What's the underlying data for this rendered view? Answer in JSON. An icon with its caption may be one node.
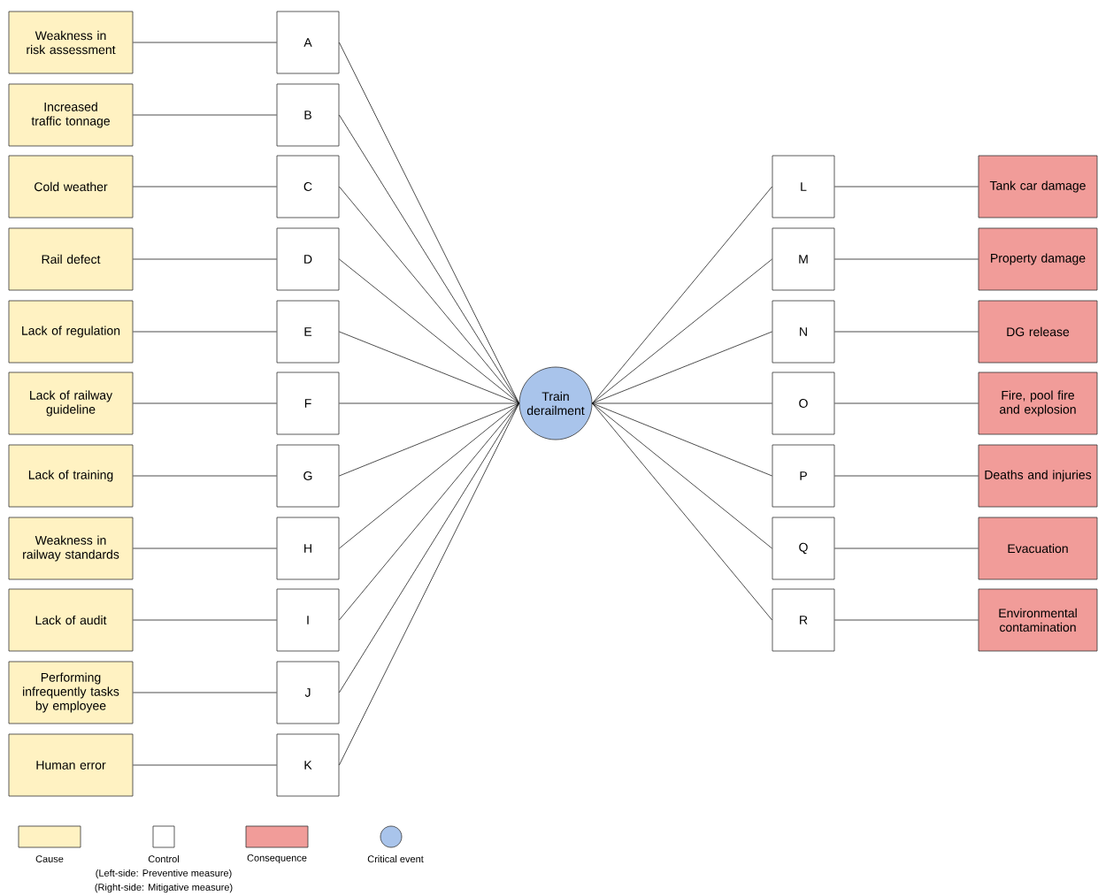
{
  "diagram": {
    "nodes": [
      {
        "text": [
          "Weakness in risk assessment"
        ]
      },
      {
        "text": [
          "Increased traffic tonnage"
        ]
      },
      {
        "text": [
          "Cold weather"
        ]
      },
      {
        "text": [
          "Rail defect"
        ]
      },
      {
        "text": [
          "Lack of regulation"
        ]
      },
      {
        "text": [
          "Lack of railway guideline"
        ]
      },
      {
        "text": [
          "Lack of training"
        ]
      },
      {
        "text": [
          "Weakness in railway standards"
        ]
      },
      {
        "text": [
          "Lack of audit"
        ]
      },
      {
        "text": [
          "Performing infrequently tasks by employee"
        ]
      },
      {
        "text": [
          "Human error"
        ]
      },
      {
        "text": [
          "A"
        ]
      },
      {
        "text": [
          "B"
        ]
      },
      {
        "text": [
          "C"
        ]
      },
      {
        "text": [
          "D"
        ]
      },
      {
        "text": [
          "E"
        ]
      },
      {
        "text": [
          "F"
        ]
      },
      {
        "text": [
          "G"
        ]
      },
      {
        "text": [
          "H"
        ]
      },
      {
        "text": [
          "I"
        ]
      },
      {
        "text": [
          "J"
        ]
      },
      {
        "text": [
          "K"
        ]
      },
      {
        "text": [
          "Train derailment"
        ]
      },
      {
        "text": [
          "L"
        ]
      },
      {
        "text": [
          "M"
        ]
      },
      {
        "text": [
          "N"
        ]
      },
      {
        "text": [
          "O"
        ]
      },
      {
        "text": [
          "P"
        ]
      },
      {
        "text": [
          "Q"
        ]
      },
      {
        "text": [
          "R"
        ]
      },
      {
        "text": [
          "Tank car damage"
        ]
      },
      {
        "text": [
          "Property damage"
        ]
      },
      {
        "text": [
          "DG release"
        ]
      },
      {
        "text": [
          "Fire, pool fire and explosion"
        ]
      },
      {
        "text": [
          "Deaths and injuries"
        ]
      },
      {
        "text": [
          "Evacuation"
        ]
      },
      {
        "text": [
          "Environmental contamination"
        ]
      }
    ],
    "edges": [
      {
        "from": 0,
        "to": 11,
        "arrow": "none"
      },
      {
        "from": 1,
        "to": 12,
        "arrow": "none"
      },
      {
        "from": 2,
        "to": 13,
        "arrow": "none"
      },
      {
        "from": 3,
        "to": 14,
        "arrow": "none"
      },
      {
        "from": 4,
        "to": 15,
        "arrow": "none"
      },
      {
        "from": 5,
        "to": 16,
        "arrow": "none"
      },
      {
        "from": 6,
        "to": 17,
        "arrow": "none"
      },
      {
        "from": 7,
        "to": 18,
        "arrow": "none"
      },
      {
        "from": 8,
        "to": 19,
        "arrow": "none"
      },
      {
        "from": 9,
        "to": 20,
        "arrow": "none"
      },
      {
        "from": 10,
        "to": 21,
        "arrow": "none"
      },
      {
        "from": 11,
        "to": 22,
        "arrow": "none"
      },
      {
        "from": 12,
        "to": 22,
        "arrow": "none"
      },
      {
        "from": 13,
        "to": 22,
        "arrow": "none"
      },
      {
        "from": 14,
        "to": 22,
        "arrow": "none"
      },
      {
        "from": 15,
        "to": 22,
        "arrow": "none"
      },
      {
        "from": 16,
        "to": 22,
        "arrow": "none"
      },
      {
        "from": 17,
        "to": 22,
        "arrow": "none"
      },
      {
        "from": 18,
        "to": 22,
        "arrow": "none"
      },
      {
        "from": 19,
        "to": 22,
        "arrow": "none"
      },
      {
        "from": 20,
        "to": 22,
        "arrow": "none"
      },
      {
        "from": 21,
        "to": 22,
        "arrow": "none"
      },
      {
        "from": 22,
        "to": 23,
        "arrow": "none"
      },
      {
        "from": 22,
        "to": 24,
        "arrow": "none"
      },
      {
        "from": 22,
        "to": 25,
        "arrow": "none"
      },
      {
        "from": 22,
        "to": 26,
        "arrow": "none"
      },
      {
        "from": 22,
        "to": 27,
        "arrow": "none"
      },
      {
        "from": 22,
        "to": 28,
        "arrow": "none"
      },
      {
        "from": 22,
        "to": 29,
        "arrow": "none"
      },
      {
        "from": 23,
        "to": 30,
        "arrow": "none"
      },
      {
        "from": 24,
        "to": 31,
        "arrow": "none"
      },
      {
        "from": 25,
        "to": 32,
        "arrow": "none"
      },
      {
        "from": 26,
        "to": 33,
        "arrow": "none"
      },
      {
        "from": 27,
        "to": 34,
        "arrow": "none"
      },
      {
        "from": 28,
        "to": 35,
        "arrow": "none"
      },
      {
        "from": 29,
        "to": 36,
        "arrow": "none"
      }
    ],
    "labels": [
      "(Left-side: Preventive measure)",
      "(Right-side: Mitigative measure)"
    ],
    "legend": [
      {
        "text": "Cause",
        "color": "#fff2c2"
      },
      {
        "text": "Control"
      },
      {
        "text": "Consequence",
        "color": "#f19c99"
      },
      {
        "text": "Critical event",
        "color": "#a9c4eb"
      }
    ]
  }
}
